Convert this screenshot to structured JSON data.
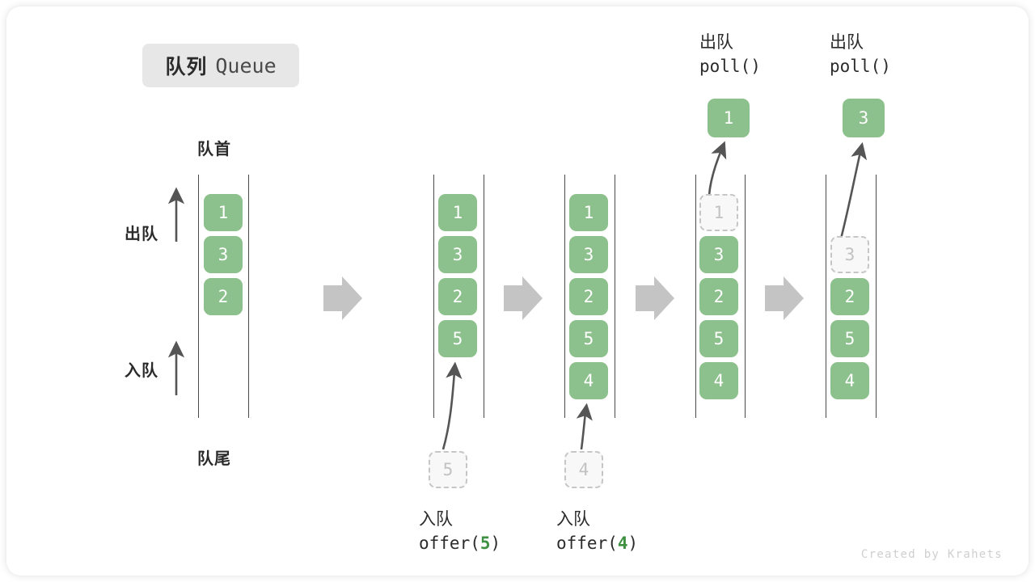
{
  "title": {
    "cn": "队列",
    "en": "Queue"
  },
  "labels": {
    "front": "队首",
    "rear": "队尾",
    "dequeue_side": "出队",
    "enqueue_side": "入队"
  },
  "watermark": "Created by Krahets",
  "colors": {
    "element": "#8cc08c",
    "element_text": "#ffffff",
    "ghost_fill": "#f8f8f8",
    "ghost_border": "#c6c6c6",
    "ghost_text": "#c2c2c2",
    "rail": "#4a4a4a",
    "step_arrow": "#c4c4c4",
    "accent_number": "#3f9142",
    "chip_bg": "#e7e7e7",
    "text": "#2b2b2b"
  },
  "stages": [
    {
      "id": "initial",
      "items": [
        "1",
        "3",
        "2"
      ],
      "ghost_head": null,
      "ghost_tail": null,
      "popped": null,
      "caption_top": null,
      "caption_bottom": null
    },
    {
      "id": "offer-5",
      "items": [
        "1",
        "3",
        "2",
        "5"
      ],
      "ghost_head": null,
      "ghost_tail": "5",
      "popped": null,
      "caption_top": null,
      "caption_bottom": {
        "cn": "入队",
        "code_before": "offer(",
        "num": "5",
        "code_after": ")"
      }
    },
    {
      "id": "offer-4",
      "items": [
        "1",
        "3",
        "2",
        "5",
        "4"
      ],
      "ghost_head": null,
      "ghost_tail": "4",
      "popped": null,
      "caption_top": null,
      "caption_bottom": {
        "cn": "入队",
        "code_before": "offer(",
        "num": "4",
        "code_after": ")"
      }
    },
    {
      "id": "poll-1",
      "items": [
        "3",
        "2",
        "5",
        "4"
      ],
      "ghost_head": "1",
      "ghost_tail": null,
      "popped": "1",
      "caption_top": {
        "cn": "出队",
        "code": "poll()"
      },
      "caption_bottom": null
    },
    {
      "id": "poll-3",
      "items": [
        "2",
        "5",
        "4"
      ],
      "ghost_head": "3",
      "ghost_tail": null,
      "popped": "3",
      "caption_top": {
        "cn": "出队",
        "code": "poll()"
      },
      "caption_bottom": null
    }
  ]
}
